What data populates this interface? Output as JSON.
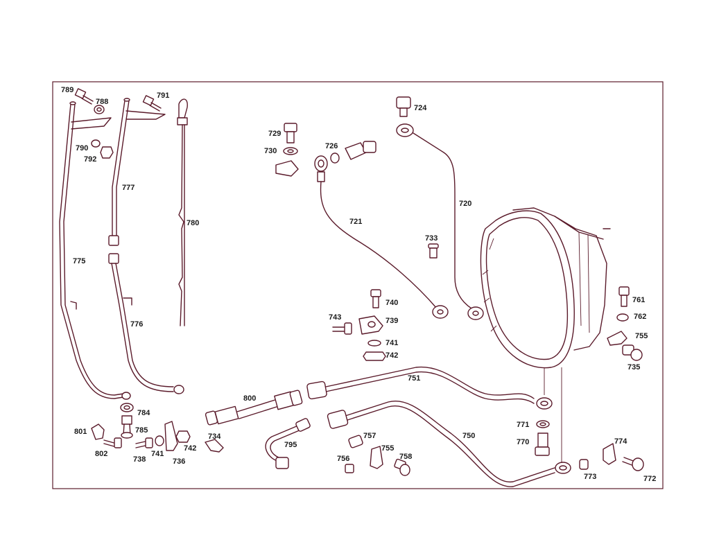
{
  "colors": {
    "line": "#5a1a2a",
    "text": "#1a1a1a",
    "background": "#ffffff"
  },
  "parts": {
    "p789": "789",
    "p788": "788",
    "p791": "791",
    "p790": "790",
    "p792": "792",
    "p777": "777",
    "p780": "780",
    "p775": "775",
    "p776": "776",
    "p784": "784",
    "p785": "785",
    "p801": "801",
    "p802": "802",
    "p738": "738",
    "p741a": "741",
    "p736": "736",
    "p742a": "742",
    "p734": "734",
    "p800": "800",
    "p795": "795",
    "p729": "729",
    "p730": "730",
    "p726": "726",
    "p721": "721",
    "p724": "724",
    "p720": "720",
    "p733": "733",
    "p740": "740",
    "p743": "743",
    "p739": "739",
    "p741b": "741",
    "p742b": "742",
    "p751": "751",
    "p750": "750",
    "p757": "757",
    "p755a": "755",
    "p756": "756",
    "p758": "758",
    "p771": "771",
    "p770": "770",
    "p761": "761",
    "p762": "762",
    "p755b": "755",
    "p735": "735",
    "p774": "774",
    "p773": "773",
    "p772": "772"
  }
}
